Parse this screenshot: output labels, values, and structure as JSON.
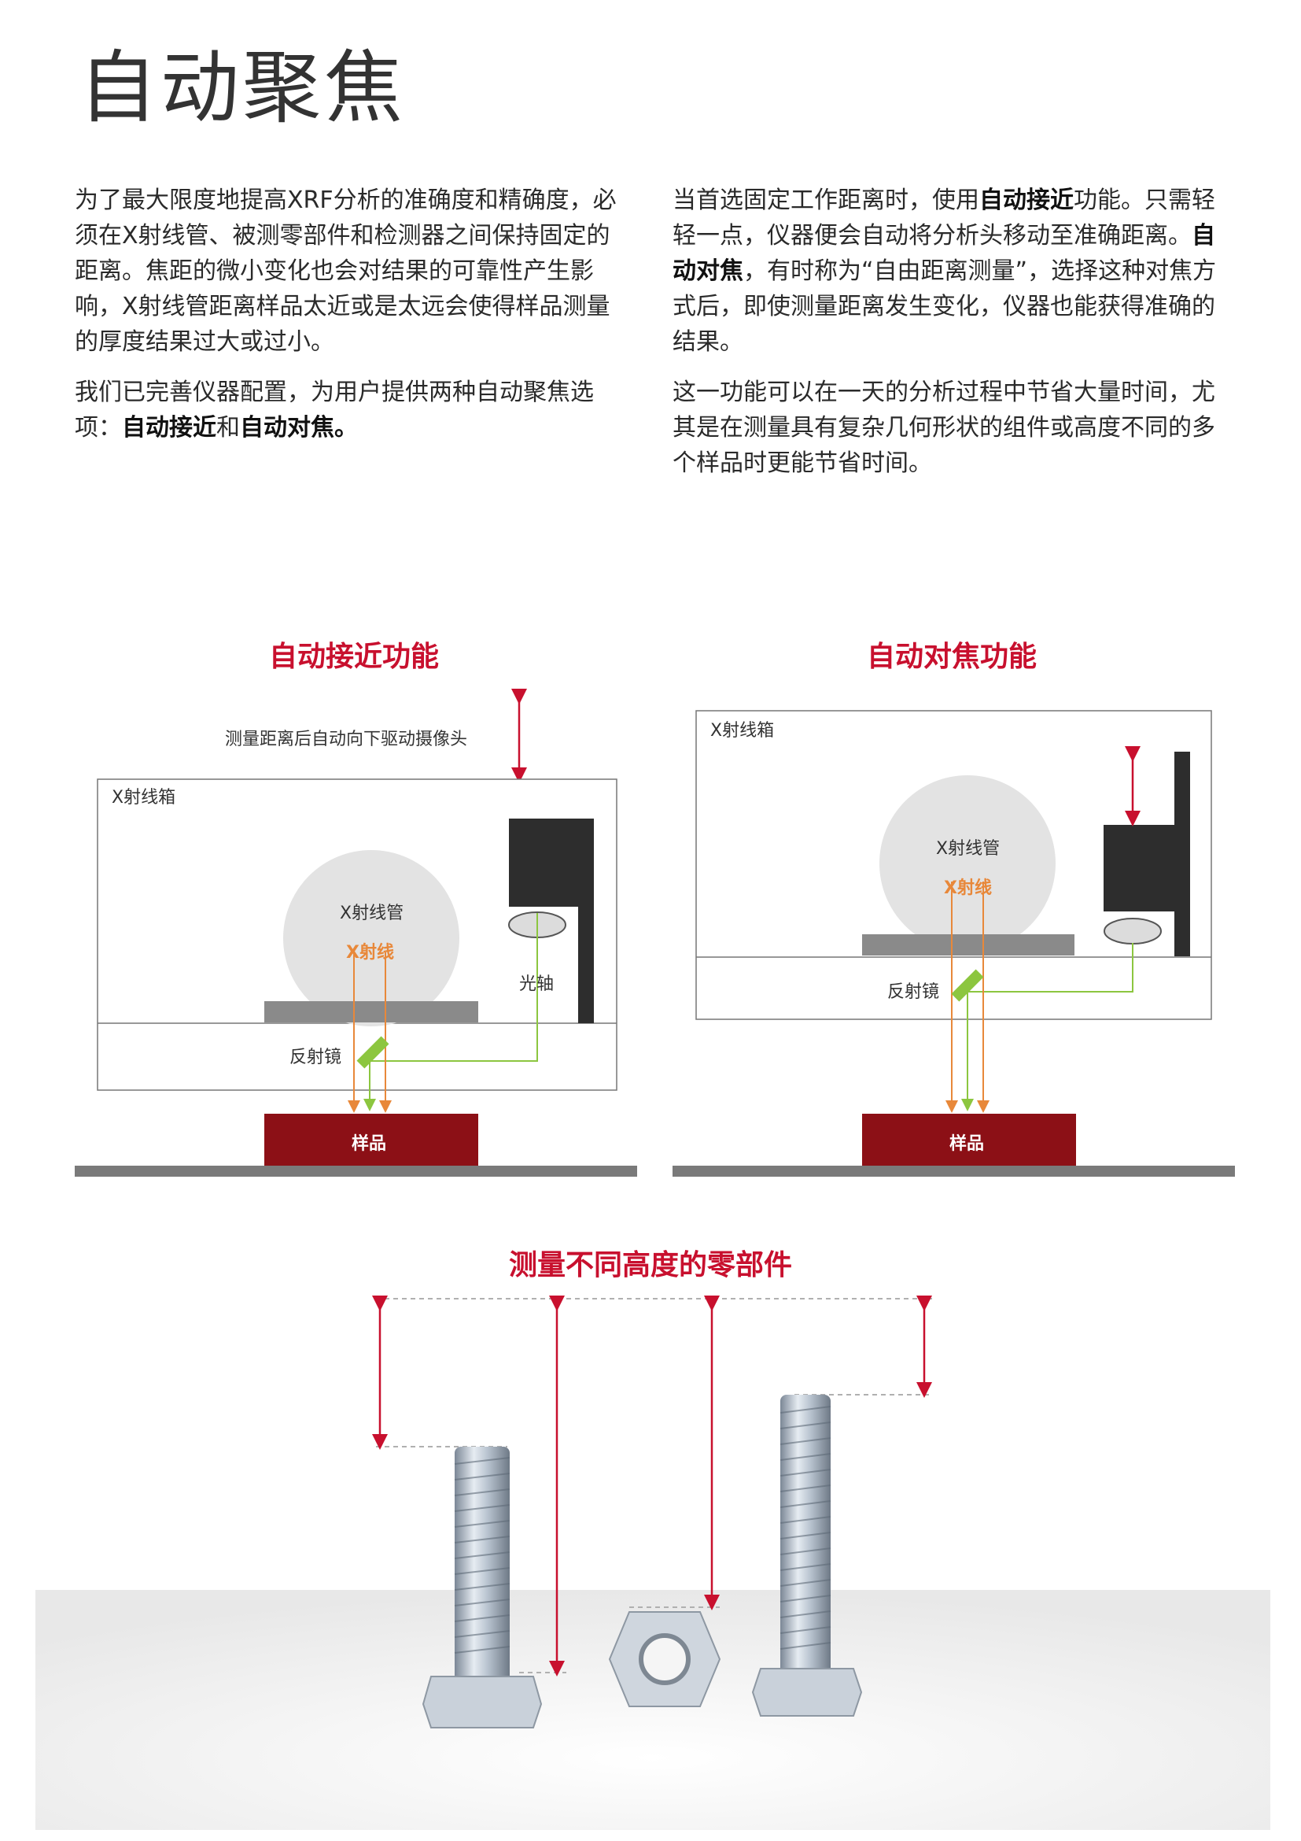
{
  "page_title": "自动聚焦",
  "left_column": {
    "p1": "为了最大限度地提高XRF分析的准确度和精确度，必须在X射线管、被测零部件和检测器之间保持固定的距离。焦距的微小变化也会对结果的可靠性产生影响，X射线管距离样品太近或是太远会使得样品测量的厚度结果过大或过小。",
    "p2_text": "我们已完善仪器配置，为用户提供两种自动聚焦选项：",
    "p2_bold1": "自动接近",
    "p2_and": "和",
    "p2_bold2": "自动对焦。"
  },
  "right_column": {
    "p1_a": "当首选固定工作距离时，使用",
    "p1_bold": "自动接近",
    "p1_b": "功能。只需轻轻一点，仪器便会自动将分析头移动至准确距离。",
    "p1_bold2": "自动对焦",
    "p1_c": "，有时称为“自由距离测量”，选择这种对焦方式后，即使测量距离发生变化，仪器也能获得准确的结果。",
    "p2": "这一功能可以在一天的分析过程中节省大量时间，尤其是在测量具有复杂几何形状的组件或高度不同的多个样品时更能节省时间。"
  },
  "diagram_left": {
    "title": "自动接近功能",
    "drive_note": "测量距离后自动向下驱动摄像头",
    "box_label": "X射线箱",
    "tube_label": "X射线管",
    "xray_label": "X射线",
    "axis_label": "光轴",
    "mirror_label": "反射镜",
    "sample_label": "样品"
  },
  "diagram_right": {
    "title": "自动对焦功能",
    "box_label": "X射线箱",
    "tube_label": "X射线管",
    "xray_label": "X射线",
    "mirror_label": "反射镜",
    "sample_label": "样品"
  },
  "bottom": {
    "title": "测量不同高度的零部件"
  },
  "colors": {
    "accent_red": "#c8102e",
    "sample_dark_red": "#8c1016",
    "xray_orange": "#e8883a",
    "axis_green": "#8cc63f",
    "base_gray": "#7a7a7a"
  }
}
